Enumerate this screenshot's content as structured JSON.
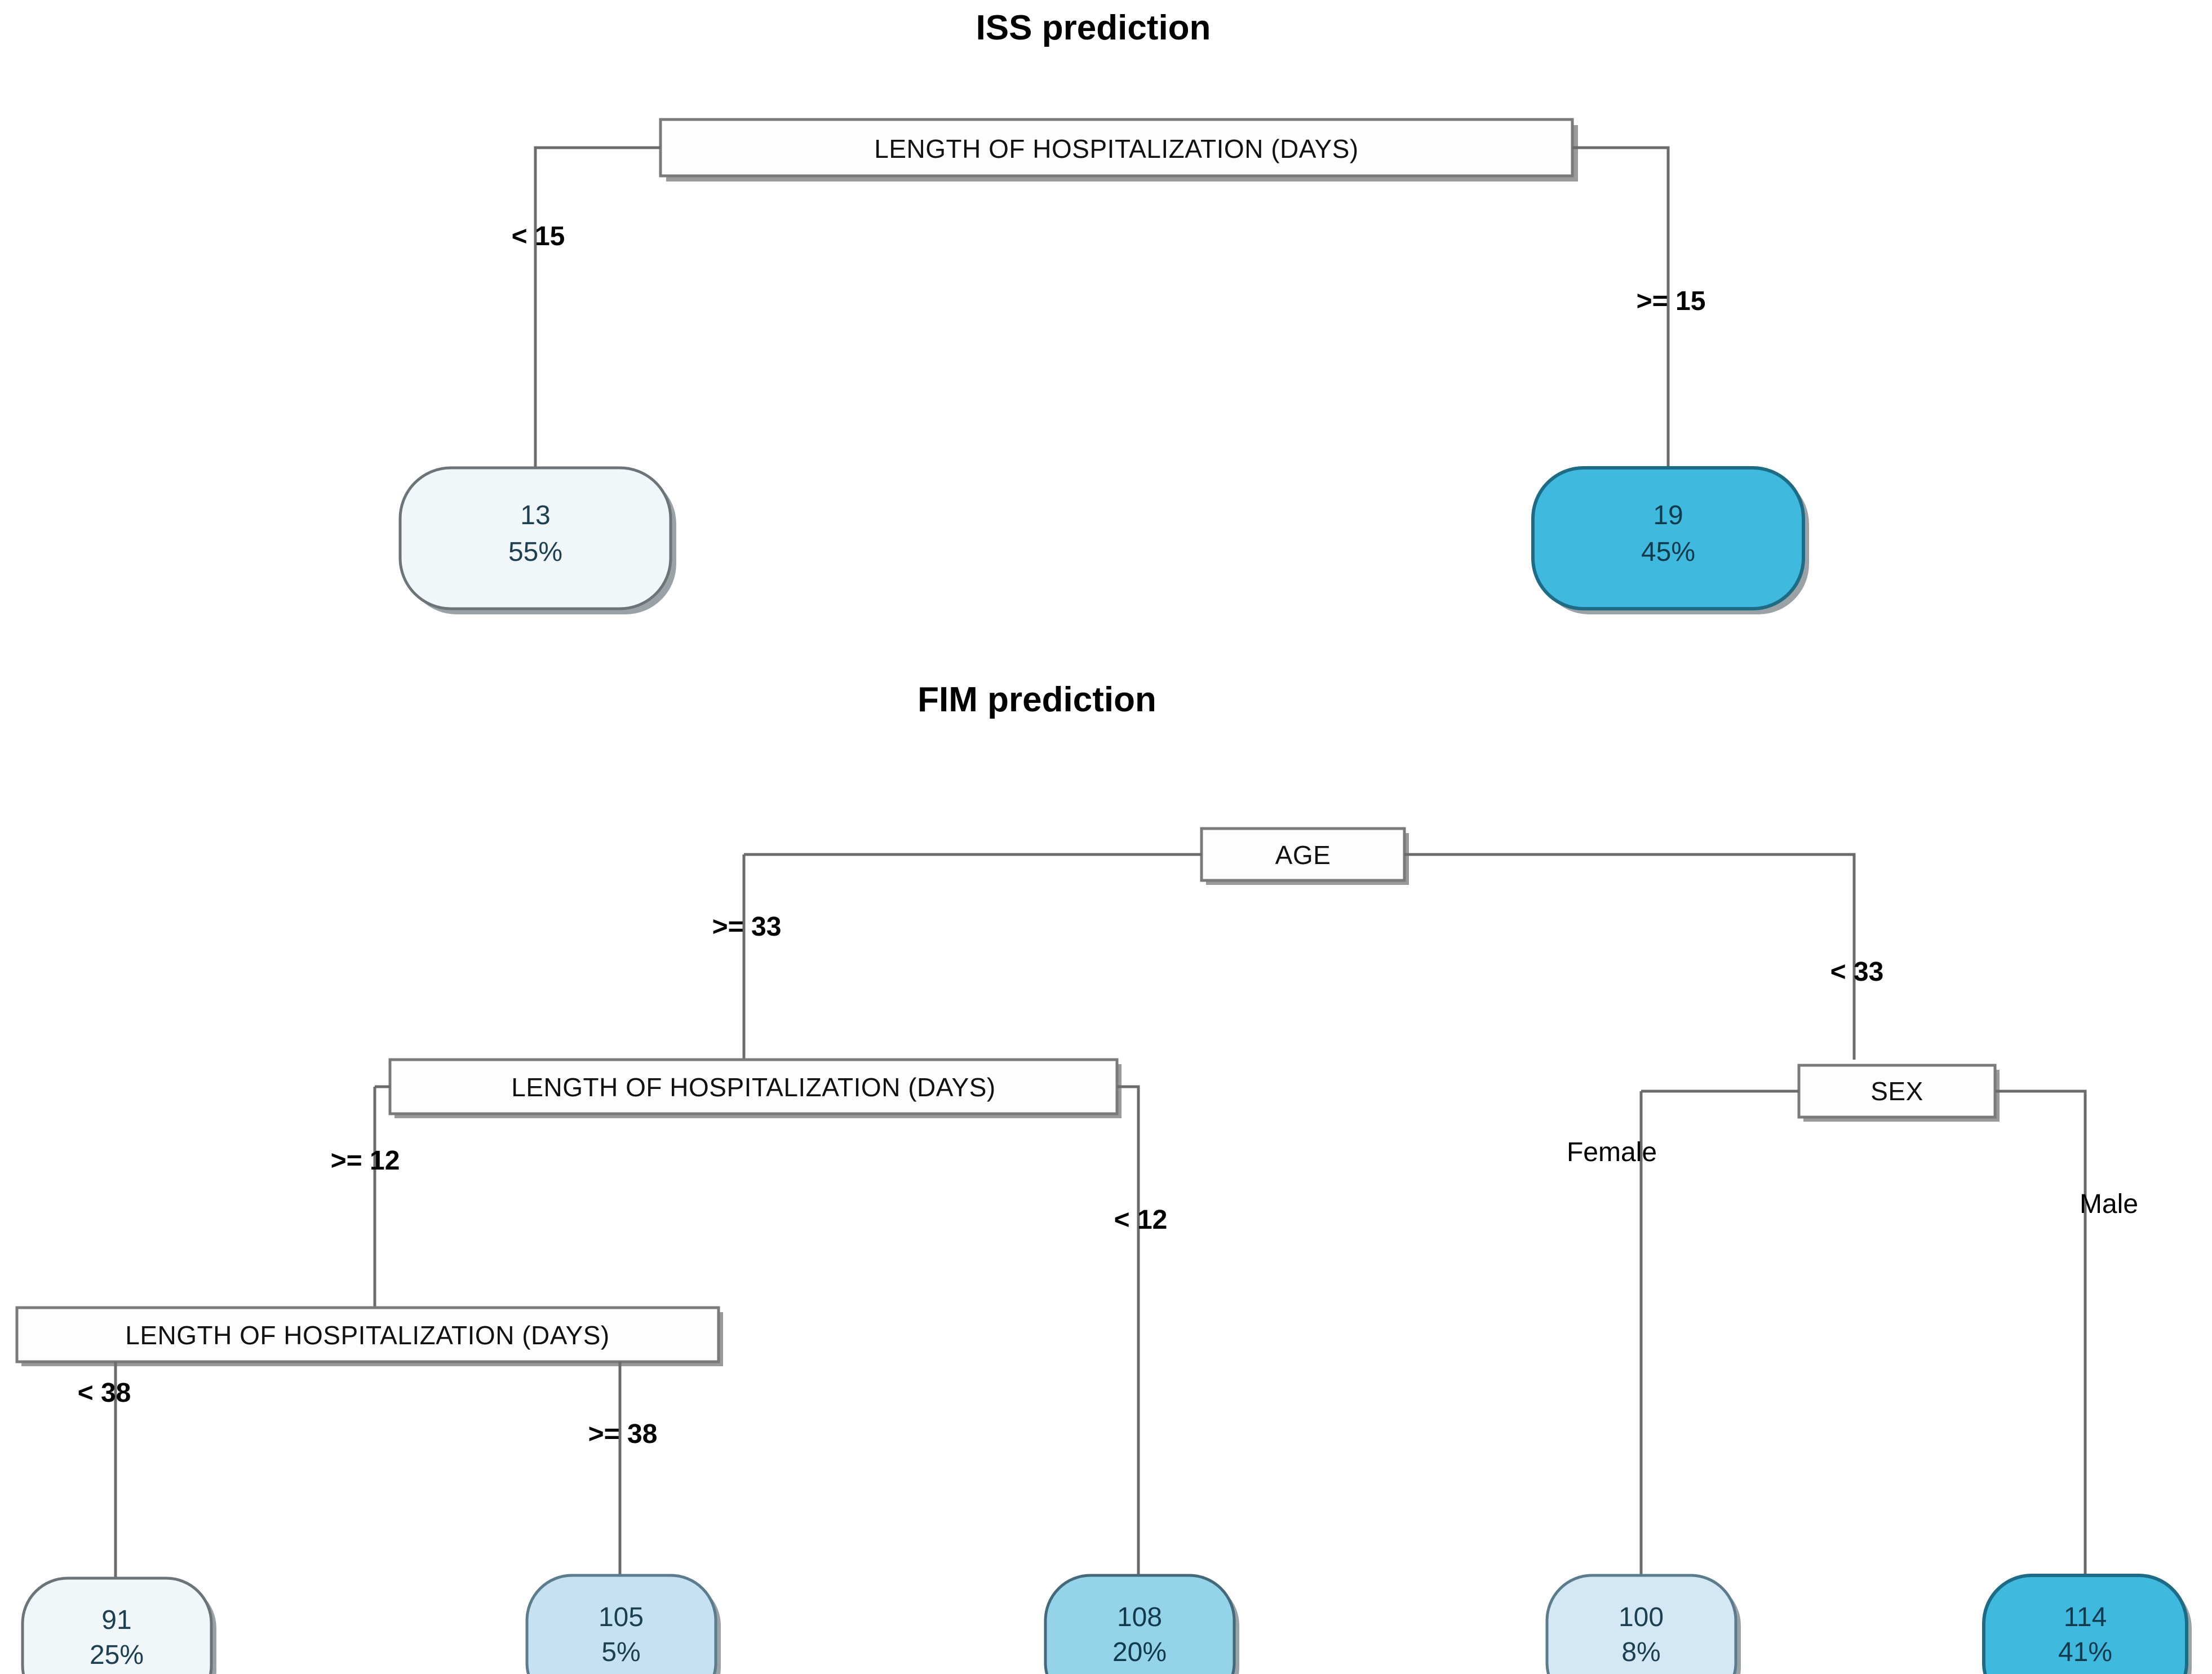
{
  "figure": {
    "background": "#ffffff",
    "type": "decision-tree-pair"
  },
  "charts": [
    {
      "id": "iss",
      "title": "ISS prediction",
      "root_label": "LENGTH OF HOSPITALIZATION (DAYS)",
      "branches": [
        {
          "label": "< 15"
        },
        {
          "label": ">= 15"
        }
      ],
      "leaves": [
        {
          "value": "13",
          "pct": "55%",
          "fill": "#f1f6f8"
        },
        {
          "value": "19",
          "pct": "45%",
          "fill": "#3fb9de"
        }
      ]
    },
    {
      "id": "fim",
      "title": "FIM prediction",
      "root_label": "AGE",
      "nodes": {
        "age": "AGE",
        "loh_level2": "LENGTH OF HOSPITALIZATION (DAYS)",
        "loh_level3": "LENGTH OF HOSPITALIZATION (DAYS)",
        "sex": "SEX"
      },
      "branches": {
        "age_left": ">= 33",
        "age_right": "< 33",
        "loh2_left": ">= 12",
        "loh2_right": "< 12",
        "loh3_left": "< 38",
        "loh3_right": ">= 38",
        "sex_left": "Female",
        "sex_right": "Male"
      },
      "leaves": [
        {
          "value": "91",
          "pct": "25%",
          "fill": "#f1f6f8"
        },
        {
          "value": "105",
          "pct": "5%",
          "fill": "#c6e1f1"
        },
        {
          "value": "108",
          "pct": "20%",
          "fill": "#95d3e8"
        },
        {
          "value": "100",
          "pct": "8%",
          "fill": "#d3e8f4"
        },
        {
          "value": "114",
          "pct": "41%",
          "fill": "#3fb9de"
        }
      ]
    }
  ],
  "chart_data": {
    "type": "table",
    "title": "ISS prediction and FIM prediction decision trees",
    "trees": [
      {
        "name": "ISS prediction",
        "root": "LENGTH OF HOSPITALIZATION (DAYS)",
        "splits": [
          {
            "variable": "LENGTH OF HOSPITALIZATION (DAYS)",
            "children": [
              {
                "condition": "< 15",
                "type": "leaf",
                "predicted_value": 13,
                "percent": 55
              },
              {
                "condition": ">= 15",
                "type": "leaf",
                "predicted_value": 19,
                "percent": 45
              }
            ]
          }
        ],
        "terminal_nodes": [
          {
            "predicted_value": 13,
            "percent": 55,
            "path": "LENGTH OF HOSPITALIZATION (DAYS) < 15",
            "fill": "#f1f6f8"
          },
          {
            "predicted_value": 19,
            "percent": 45,
            "path": "LENGTH OF HOSPITALIZATION (DAYS) >= 15",
            "fill": "#3fb9de"
          }
        ]
      },
      {
        "name": "FIM prediction",
        "root": "AGE",
        "terminal_nodes": [
          {
            "predicted_value": 91,
            "percent": 25,
            "path": "AGE >= 33 & LOH >= 12 & LOH < 38",
            "fill": "#f1f6f8"
          },
          {
            "predicted_value": 105,
            "percent": 5,
            "path": "AGE >= 33 & LOH >= 12 & LOH >= 38",
            "fill": "#c6e1f1"
          },
          {
            "predicted_value": 108,
            "percent": 20,
            "path": "AGE >= 33 & LOH < 12",
            "fill": "#95d3e8"
          },
          {
            "predicted_value": 100,
            "percent": 8,
            "path": "AGE < 33 & SEX = Female",
            "fill": "#d3e8f4"
          },
          {
            "predicted_value": 114,
            "percent": 41,
            "path": "AGE < 33 & SEX = Male",
            "fill": "#3fb9de"
          }
        ],
        "split_conditions": [
          ">= 33",
          "< 33",
          ">= 12",
          "< 12",
          "< 38",
          ">= 38",
          "Female",
          "Male"
        ]
      }
    ],
    "xlabel": "",
    "ylabel": "",
    "legend": []
  }
}
